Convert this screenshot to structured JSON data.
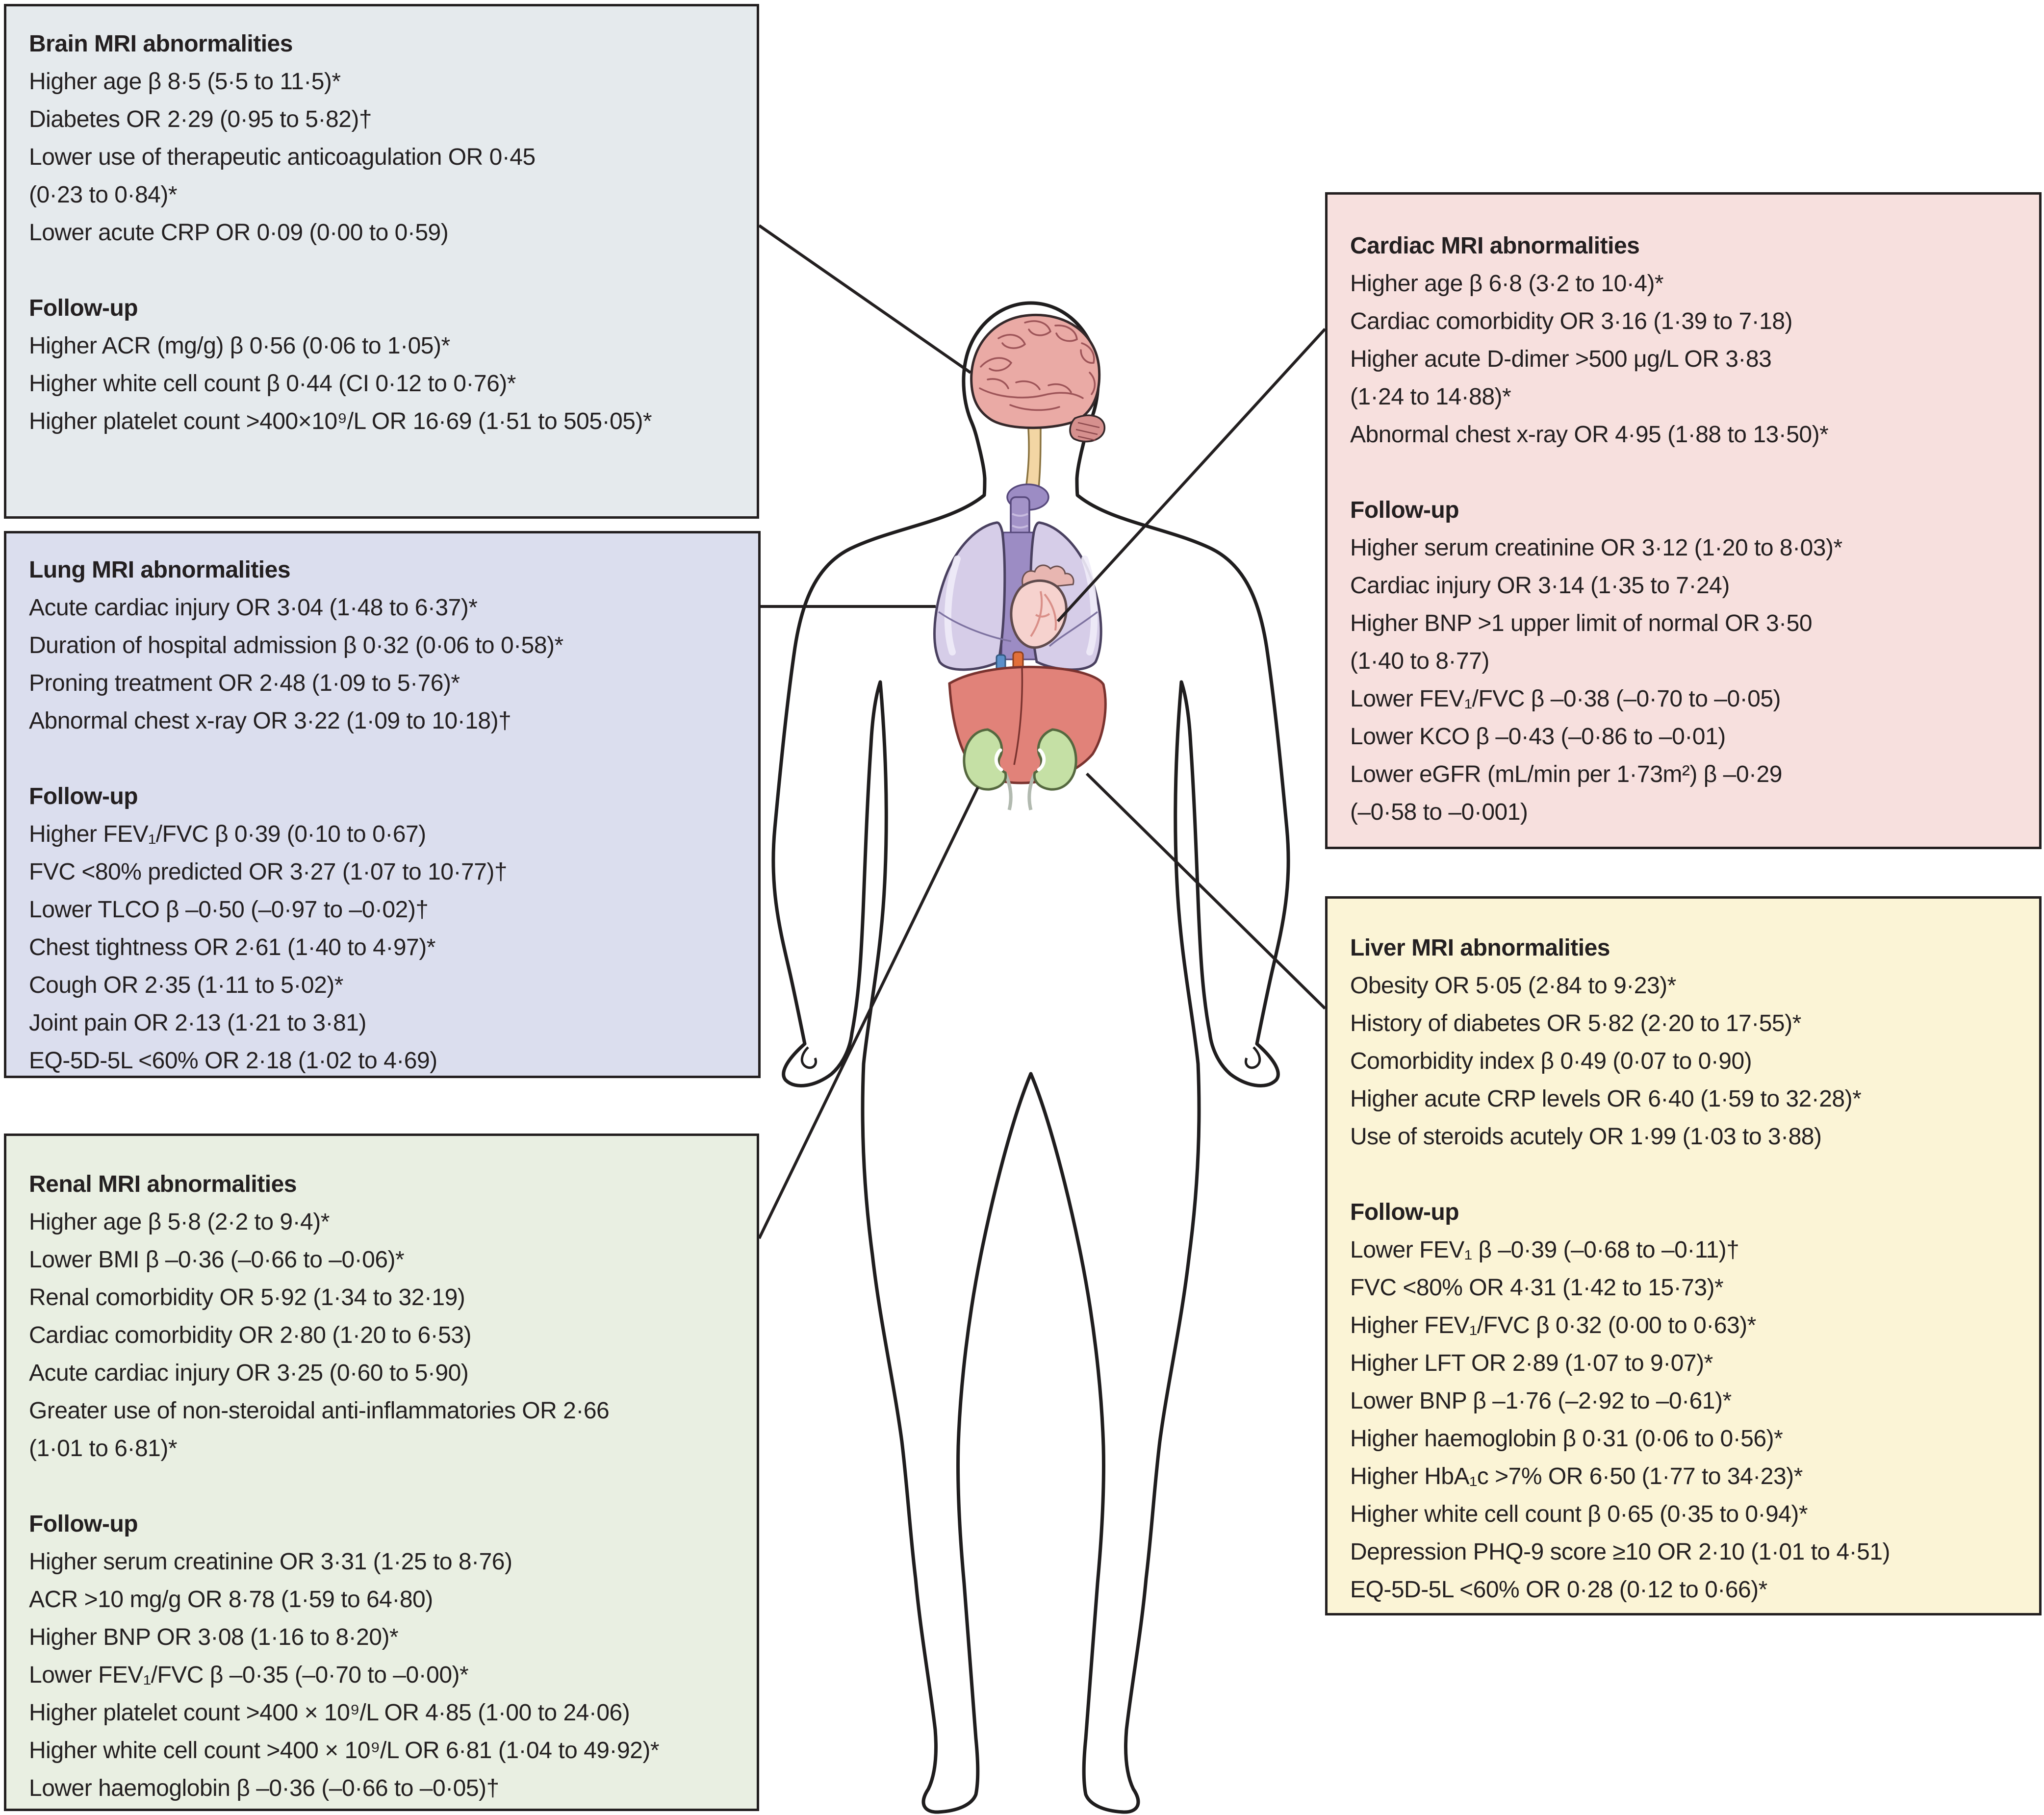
{
  "palette": {
    "page_bg": "#ffffff",
    "box_border": "#231f20",
    "text": "#231f20",
    "connector_line": "#231f20",
    "brain_box_bg": "#e5eaed",
    "lung_box_bg": "#dbdeee",
    "renal_box_bg": "#e9efe2",
    "cardiac_box_bg": "#f7e0de",
    "liver_box_bg": "#fbf4d6"
  },
  "organs": {
    "body": {
      "label": "human body outline",
      "fill": "#ffffff",
      "stroke": "#1f1d1e"
    },
    "brain": {
      "label": "brain",
      "fill": "#eaaaa5"
    },
    "cerebellum": {
      "label": "cerebellum",
      "fill": "#d6908e"
    },
    "brainstem": {
      "label": "brainstem",
      "fill": "#f3d6a4"
    },
    "trachea": {
      "label": "trachea",
      "fill": "#a393c8"
    },
    "mediastinum": {
      "label": "mediastinum",
      "fill": "#9c8cc4"
    },
    "lungs": {
      "label": "lungs",
      "fill": "#d6cde8"
    },
    "heart": {
      "label": "heart",
      "fill": "#f6d2ce"
    },
    "liver": {
      "label": "liver",
      "fill": "#e18279"
    },
    "kidneys": {
      "label": "kidneys",
      "fill": "#c5e0a5"
    },
    "portal_vein": {
      "label": "portal vessel",
      "fill": "#5b8fc9"
    },
    "hepatic_vessel": {
      "label": "hepatic vessel",
      "fill": "#e2703a"
    }
  },
  "boxes": {
    "brain": {
      "title": "Brain MRI abnormalities",
      "acute": [
        "Higher age β 8·5 (5·5 to 11·5)*",
        "Diabetes OR 2·29 (0·95 to 5·82)†",
        "Lower use of therapeutic anticoagulation OR 0·45\n(0·23 to 0·84)*",
        "Lower acute CRP OR 0·09 (0·00 to 0·59)"
      ],
      "followup_label": "Follow-up",
      "followup": [
        "Higher ACR (mg/g) β 0·56 (0·06 to 1·05)*",
        "Higher white cell count β 0·44 (CI 0·12 to 0·76)*",
        "Higher platelet count >400×10⁹/L OR 16·69 (1·51 to 505·05)*"
      ]
    },
    "lung": {
      "title": "Lung MRI abnormalities",
      "acute": [
        "Acute cardiac injury OR 3·04 (1·48 to 6·37)*",
        "Duration of hospital admission β 0·32 (0·06 to 0·58)*",
        "Proning treatment OR 2·48 (1·09 to 5·76)*",
        "Abnormal chest x-ray OR 3·22 (1·09 to 10·18)†"
      ],
      "followup_label": "Follow-up",
      "followup": [
        "Higher FEV₁/FVC β 0·39 (0·10 to 0·67)",
        "FVC <80% predicted OR 3·27 (1·07 to 10·77)†",
        "Lower TLCO β –0·50 (–0·97 to –0·02)†",
        "Chest tightness OR 2·61 (1·40 to 4·97)*",
        "Cough OR 2·35 (1·11 to 5·02)*",
        "Joint pain OR 2·13 (1·21 to 3·81)",
        "EQ-5D-5L <60% OR 2·18 (1·02 to 4·69)"
      ]
    },
    "renal": {
      "title": "Renal MRI abnormalities",
      "acute": [
        "Higher age β 5·8 (2·2 to 9·4)*",
        "Lower BMI β –0·36 (–0·66 to –0·06)*",
        "Renal comorbidity OR 5·92 (1·34 to 32·19)",
        "Cardiac comorbidity OR 2·80 (1·20 to 6·53)",
        "Acute cardiac injury OR 3·25 (0·60 to 5·90)",
        "Greater use of non-steroidal anti-inflammatories OR 2·66\n(1·01 to 6·81)*"
      ],
      "followup_label": "Follow-up",
      "followup": [
        "Higher serum creatinine OR 3·31 (1·25 to 8·76)",
        "ACR >10 mg/g OR 8·78 (1·59 to 64·80)",
        "Higher BNP OR 3·08 (1·16 to 8·20)*",
        "Lower FEV₁/FVC β –0·35 (–0·70 to –0·00)*",
        "Higher platelet count >400 × 10⁹/L OR 4·85 (1·00 to 24·06)",
        "Higher white cell count >400 × 10⁹/L OR 6·81 (1·04 to 49·92)*",
        "Lower haemoglobin β –0·36 (–0·66 to –0·05)†"
      ]
    },
    "cardiac": {
      "title": "Cardiac MRI abnormalities",
      "acute": [
        "Higher age β 6·8 (3·2 to 10·4)*",
        "Cardiac comorbidity OR 3·16 (1·39 to 7·18)",
        "Higher acute D-dimer >500 μg/L OR 3·83\n(1·24 to 14·88)*",
        "Abnormal chest x-ray OR 4·95 (1·88 to 13·50)*"
      ],
      "followup_label": "Follow-up",
      "followup": [
        "Higher serum creatinine OR 3·12 (1·20 to 8·03)*",
        "Cardiac injury OR 3·14 (1·35 to 7·24)",
        "Higher BNP >1 upper limit of normal OR 3·50\n(1·40 to 8·77)",
        "Lower FEV₁/FVC β –0·38 (–0·70 to –0·05)",
        "Lower KCO β –0·43 (–0·86 to –0·01)",
        "Lower eGFR (mL/min per 1·73m²) β –0·29\n(–0·58 to –0·001)"
      ]
    },
    "liver": {
      "title": "Liver MRI abnormalities",
      "acute": [
        "Obesity OR 5·05 (2·84 to 9·23)*",
        "History of diabetes OR 5·82 (2·20 to 17·55)*",
        "Comorbidity index β 0·49 (0·07 to 0·90)",
        "Higher acute CRP levels OR 6·40 (1·59 to 32·28)*",
        "Use of steroids acutely OR 1·99 (1·03 to 3·88)"
      ],
      "followup_label": "Follow-up",
      "followup": [
        "Lower FEV₁ β –0·39 (–0·68 to –0·11)†",
        "FVC <80% OR 4·31 (1·42 to 15·73)*",
        "Higher FEV₁/FVC β 0·32 (0·00 to 0·63)*",
        "Higher LFT OR 2·89 (1·07 to 9·07)*",
        "Lower BNP β –1·76 (–2·92 to –0·61)*",
        "Higher haemoglobin β 0·31 (0·06 to 0·56)*",
        "Higher HbA₁c >7% OR 6·50 (1·77 to 34·23)*",
        "Higher white cell count β 0·65 (0·35 to 0·94)*",
        "Depression PHQ-9 score ≥10 OR 2·10 (1·01 to 4·51)",
        "EQ-5D-5L <60% OR 0·28 (0·12 to 0·66)*"
      ]
    }
  }
}
